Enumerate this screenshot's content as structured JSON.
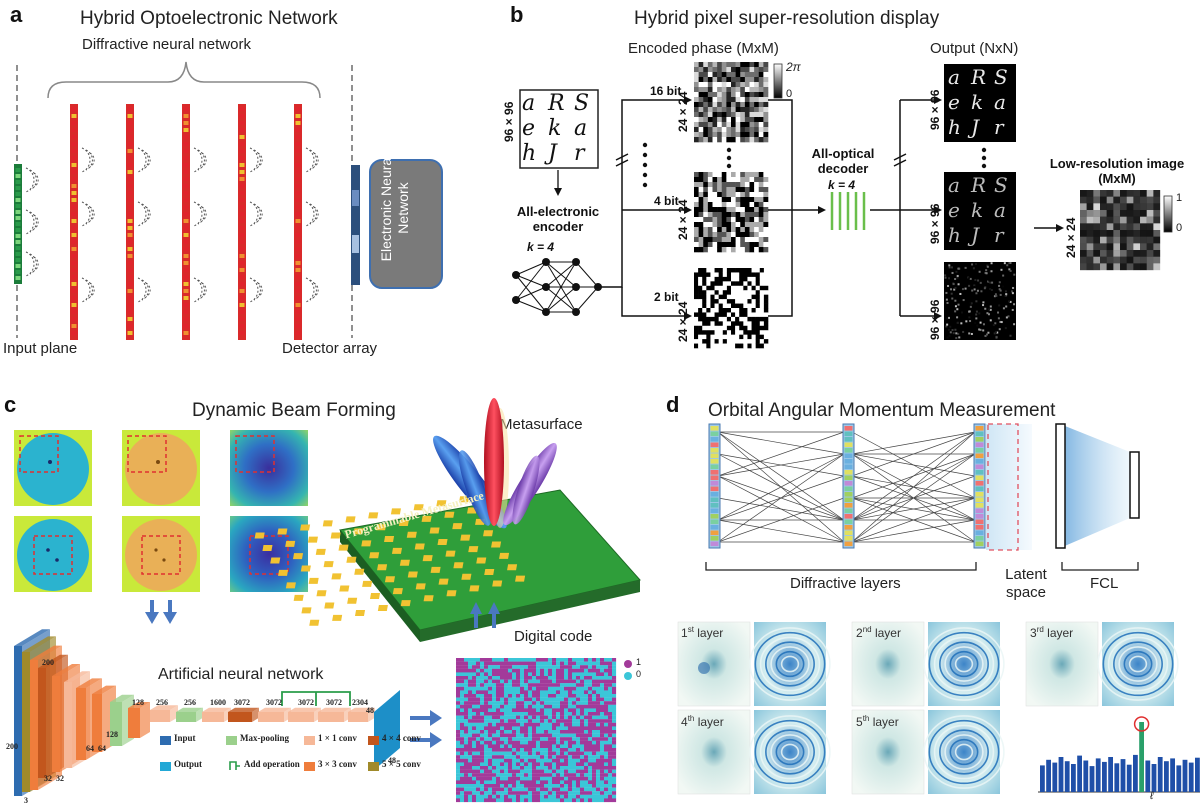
{
  "panel_a": {
    "letter": "a",
    "title": "Hybrid Optoelectronic Network",
    "dnn_label": "Diffractive neural network",
    "input_label": "Input plane",
    "detector_label": "Detector array",
    "enn_label": "Electronic Neural Network"
  },
  "panel_b": {
    "letter": "b",
    "title": "Hybrid pixel super-resolution display",
    "encoded_label": "Encoded phase (MxM)",
    "output_label": "Output (NxN)",
    "input_size": "96 × 96",
    "input_letters": [
      "a",
      "R",
      "S",
      "e",
      "k",
      "a",
      "h",
      "J",
      "r"
    ],
    "encoder_label": "All-electronic encoder",
    "k_label": "k = 4",
    "bits": [
      "16 bit",
      "4 bit",
      "2 bit"
    ],
    "phase_size": "24 × 24",
    "colorbar_top": "2π",
    "colorbar_bottom": "0",
    "decoder_label": "All-optical decoder",
    "decoder_k": "k = 4",
    "output_size": "96 × 96",
    "lowres_label": "Low-resolution image (MxM)",
    "lowres_size": "24 × 24",
    "lowres_top": "1",
    "lowres_bottom": "0"
  },
  "panel_c": {
    "letter": "c",
    "title": "Dynamic Beam Forming",
    "metasurface_label": "Metasurface",
    "programmable_label": "Programmable Metasurface",
    "digital_code_label": "Digital code",
    "code_legend": [
      "1",
      "0"
    ],
    "ann_label": "Artificial neural network",
    "dims": [
      "200",
      "200",
      "3",
      "32",
      "32",
      "64",
      "64",
      "128",
      "128",
      "256",
      "256",
      "1600",
      "3072",
      "3072",
      "3072",
      "2304",
      "48",
      "48"
    ],
    "legend": [
      {
        "label": "Input",
        "color": "#2e6cb0"
      },
      {
        "label": "Max-pooling",
        "color": "#9bd08c"
      },
      {
        "label": "1 × 1 conv",
        "color": "#f6b898"
      },
      {
        "label": "4 × 4 conv",
        "color": "#c2561d"
      },
      {
        "label": "Output",
        "color": "#22a8d6"
      },
      {
        "label": "Add operation",
        "color": "#2a9d4a"
      },
      {
        "label": "3 × 3 conv",
        "color": "#ef7d3c"
      },
      {
        "label": "5 × 5 conv",
        "color": "#a08a2a"
      }
    ]
  },
  "panel_d": {
    "letter": "d",
    "title": "Orbital Angular Momentum Measurement",
    "diffractive_label": "Diffractive layers",
    "latent_label": "Latent space",
    "fcl_label": "FCL",
    "layers": [
      {
        "num": "1",
        "sup": "st",
        "word": "layer"
      },
      {
        "num": "2",
        "sup": "nd",
        "word": "layer"
      },
      {
        "num": "3",
        "sup": "rd",
        "word": "layer"
      },
      {
        "num": "4",
        "sup": "th",
        "word": "layer"
      },
      {
        "num": "5",
        "sup": "th",
        "word": "layer"
      }
    ],
    "axis_label": "ℓ",
    "bar_values": [
      0.38,
      0.46,
      0.42,
      0.5,
      0.44,
      0.4,
      0.52,
      0.45,
      0.37,
      0.48,
      0.43,
      0.5,
      0.41,
      0.47,
      0.39,
      0.53,
      1.0,
      0.45,
      0.4,
      0.5,
      0.44,
      0.48,
      0.38,
      0.46,
      0.42,
      0.49,
      0.36
    ]
  },
  "colors": {
    "green_field": "#c9e93a",
    "blue_disc": "#2bb3cf",
    "orange_disc": "#e9b057",
    "magenta": "#a23a9a",
    "cyan": "#3bc6d8",
    "board_green": "#2f9e3a",
    "patch_yellow": "#f1c232"
  }
}
